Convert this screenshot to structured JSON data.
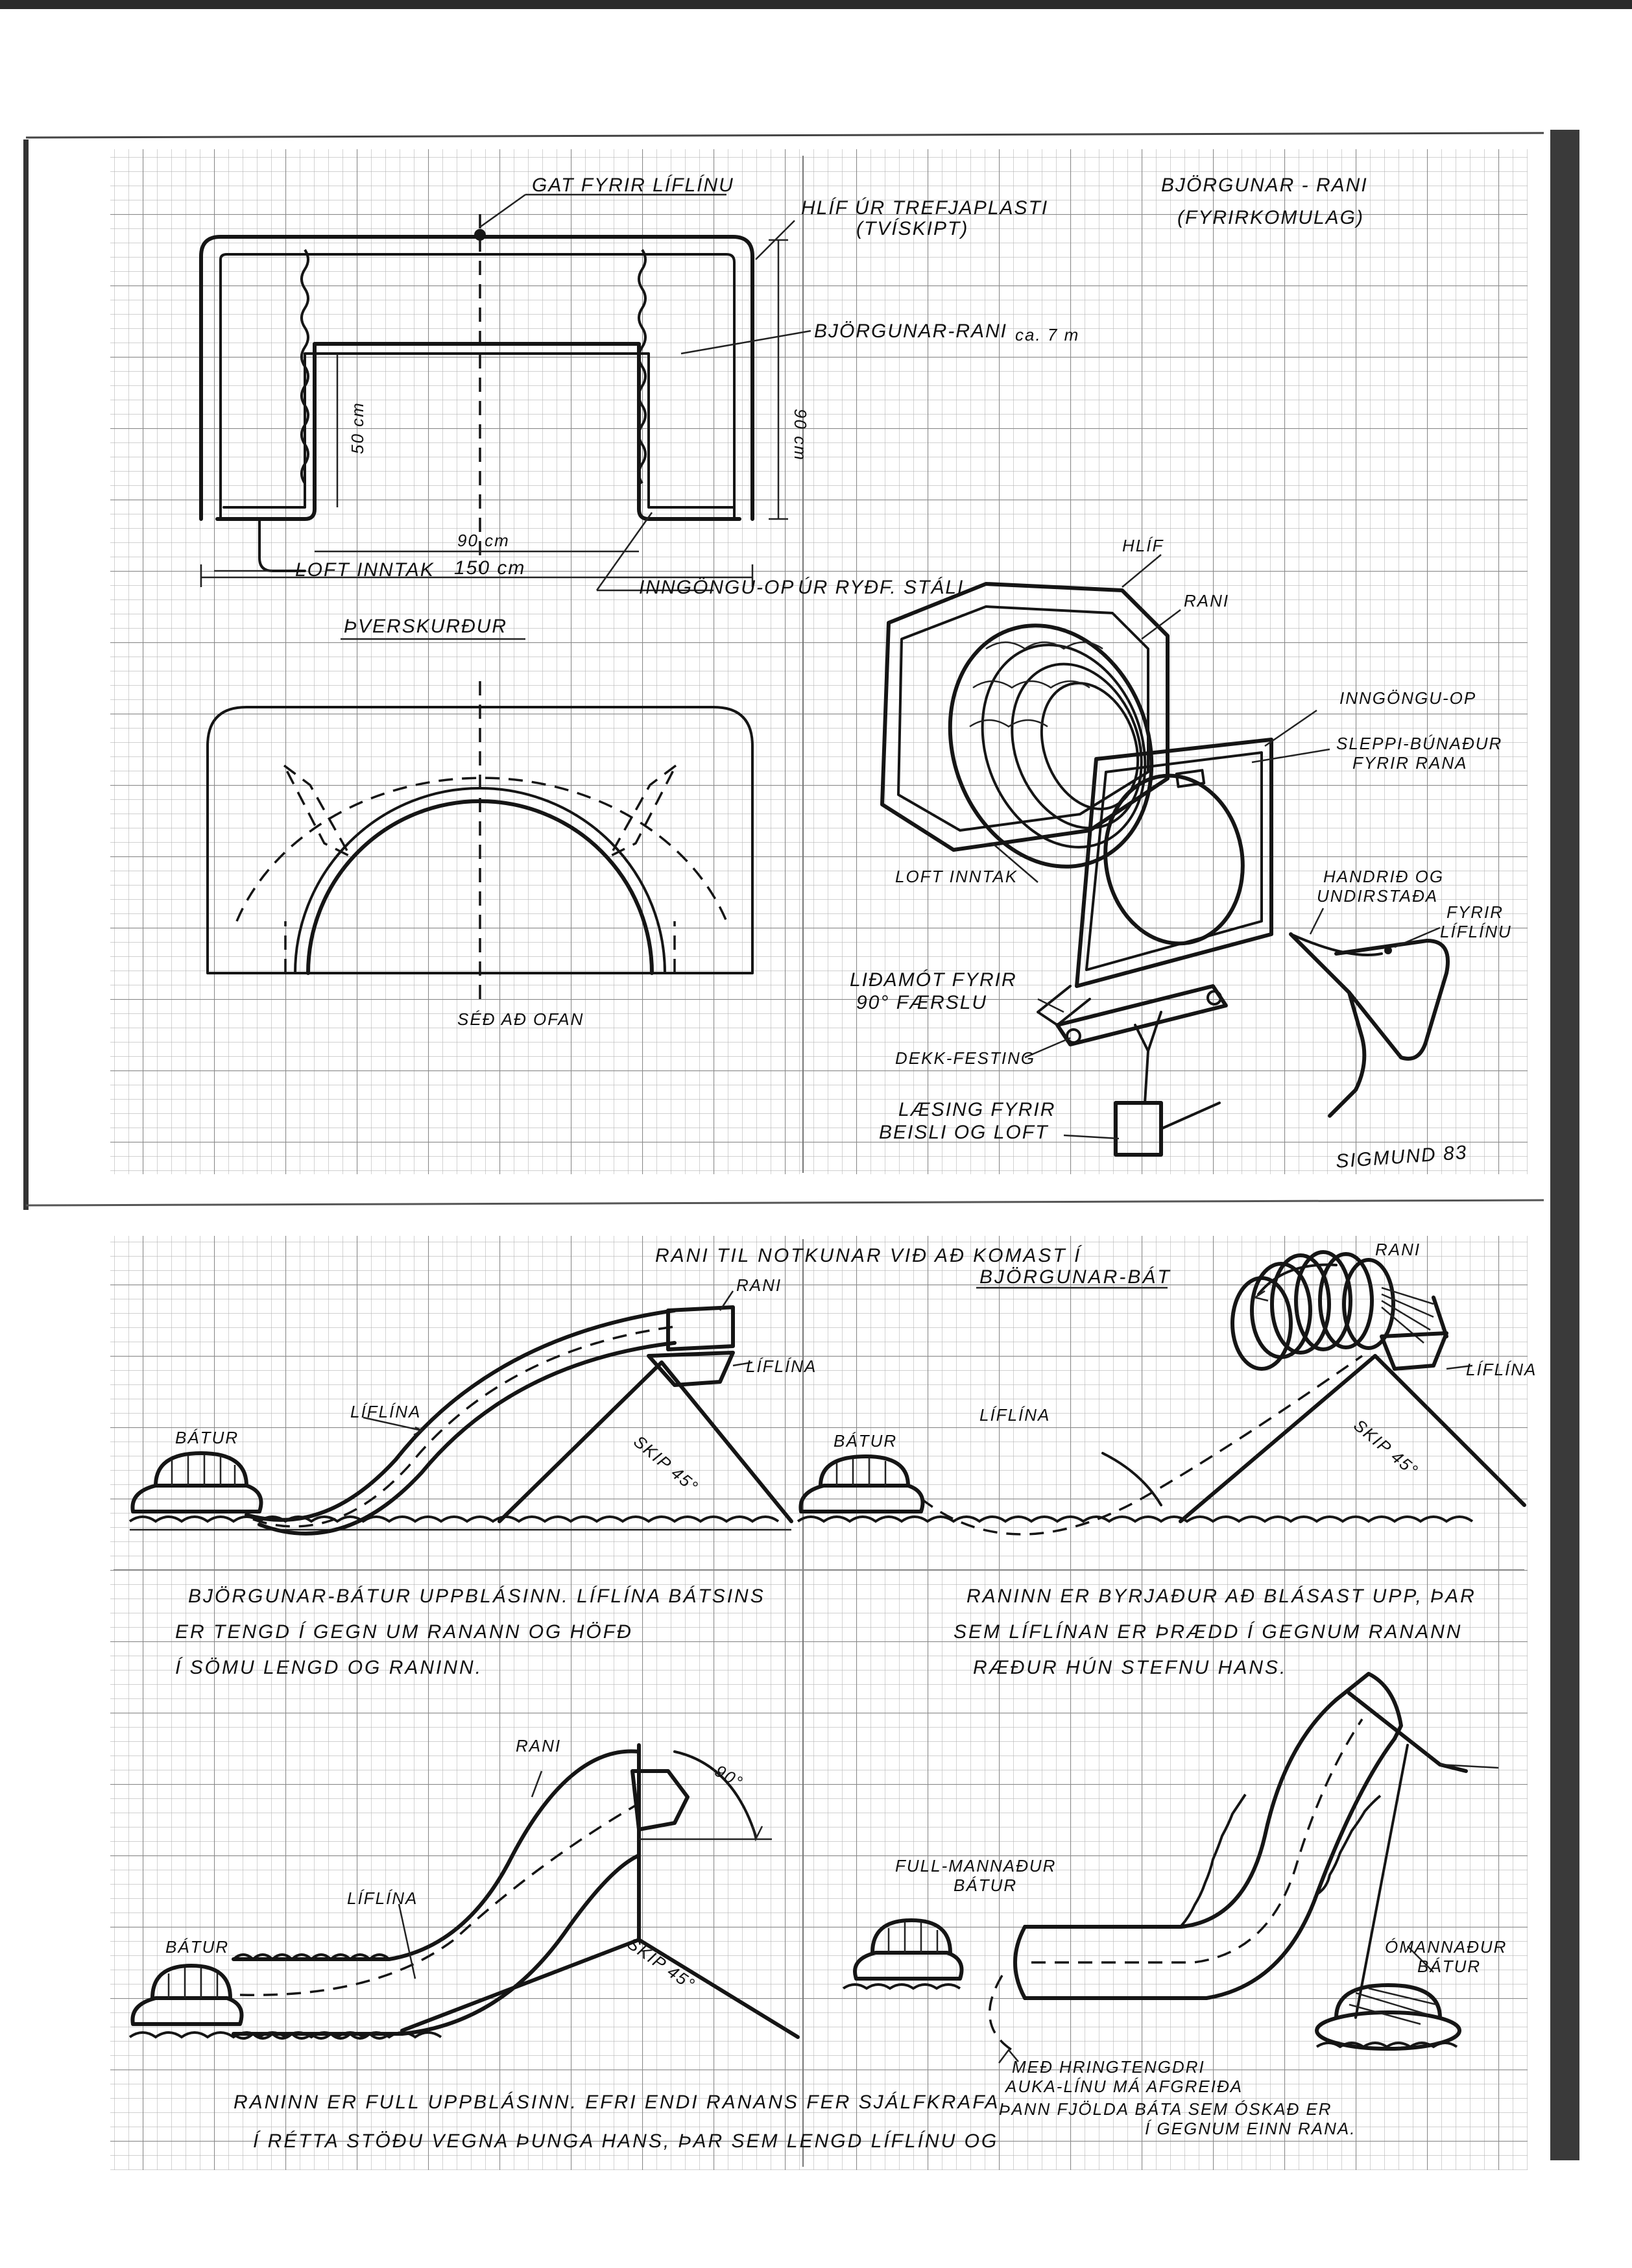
{
  "colors": {
    "paper": "#ffffff",
    "grid": "#9a9a9a",
    "ink": "#151515",
    "edge": "#3a3a3a"
  },
  "sheet1": {
    "title": "BJÖRGUNAR - RANI",
    "title_sub": "(FYRIRKOMULAG)",
    "cross_section": {
      "label_gat": "GAT FYRIR LÍFLÍNU",
      "label_hlif": "HLÍF ÚR TREFJAPLASTI",
      "label_hlif_sub": "(TVÍSKIPT)",
      "label_rani": "BJÖRGUNAR-RANI",
      "label_rani_note": "ca. 7 m",
      "dim_50": "50 cm",
      "dim_90h": "90 cm",
      "dim_90w": "90 cm",
      "dim_150": "150 cm",
      "label_loft": "LOFT INNTAK",
      "label_inngongu": "INNGÖNGU-OP",
      "label_ryst": "ÚR RYÐF. STÁLI",
      "caption": "ÞVERSKURÐUR"
    },
    "top_view": {
      "caption": "SÉÐ AÐ OFAN"
    },
    "iso": {
      "label_hlif": "HLÍF",
      "label_rani": "RANI",
      "label_inngongu": "INNGÖNGU-OP",
      "label_sleppi": "SLEPPI-BÚNAÐUR",
      "label_sleppi2": "FYRIR RANA",
      "label_loft": "LOFT INNTAK",
      "label_handrid": "HANDRIÐ OG",
      "label_handrid2": "UNDIRSTAÐA",
      "label_fyrir": "FYRIR",
      "label_liflinu": "LÍFLÍNU",
      "label_lidamot": "LIÐAMÓT FYRIR",
      "label_lidamot2": "90° FÆRSLU",
      "label_dekk": "DEKK-FESTING",
      "label_lasing": "LÆSING FYRIR",
      "label_lasing2": "BEISLI OG LOFT",
      "signature": "SIGMUND 83"
    }
  },
  "sheet2": {
    "title": "RANI TIL NOTKUNAR VIÐ AÐ KOMAST Í",
    "title2": "BJÖRGUNAR-BÁT",
    "p1": {
      "bat": "BÁTUR",
      "liflina": "LÍFLÍNA",
      "rani": "RANI",
      "liflina2": "LÍFLÍNA",
      "skip": "SKIP 45°",
      "caption1": "BJÖRGUNAR-BÁTUR UPPBLÁSINN. LÍFLÍNA BÁTSINS",
      "caption2": "ER TENGD Í GEGN UM RANANN OG HÖFÐ",
      "caption3": "Í SÖMU LENGD OG RANINN."
    },
    "p2": {
      "bat": "BÁTUR",
      "liflina": "LÍFLÍNA",
      "rani": "RANI",
      "liflina2": "LÍFLÍNA",
      "skip": "SKIP 45°",
      "caption1": "RANINN ER BYRJAÐUR AÐ BLÁSAST UPP, ÞAR",
      "caption2": "SEM LÍFLÍNAN ER ÞRÆDD Í GEGNUM RANANN",
      "caption3": "RÆÐUR HÚN STEFNU HANS."
    },
    "p3": {
      "bat": "BÁTUR",
      "liflina": "LÍFLÍNA",
      "rani": "RANI",
      "angle": "90°",
      "skip": "SKIP 45°",
      "caption1": "RANINN ER FULL UPPBLÁSINN. EFRI ENDI RANANS FER SJÁLFKRAFA",
      "caption2": "Í RÉTTA STÖÐU VEGNA ÞUNGA HANS, ÞAR SEM LENGD LÍFLÍNU OG"
    },
    "p4": {
      "full": "FULL-MANNAÐUR",
      "full2": "BÁTUR",
      "omannadur": "ÓMANNAÐUR",
      "omannadur2": "BÁTUR",
      "caption1": "MEÐ HRINGTENGDRI",
      "caption2": "AUKA-LÍNU MÁ AFGREIÐA",
      "caption3": "ÞANN FJÖLDA BÁTA SEM ÓSKAÐ ER",
      "caption4": "Í GEGNUM EINN RANA."
    }
  }
}
